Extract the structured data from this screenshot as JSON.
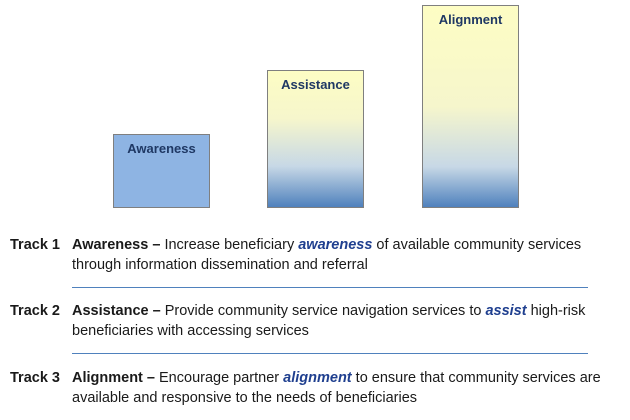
{
  "bars": [
    {
      "label": "Awareness",
      "level": 1
    },
    {
      "label": "Assistance",
      "level": 2
    },
    {
      "label": "Alignment",
      "level": 3
    }
  ],
  "tracks": [
    {
      "number": "Track 1",
      "name": "Awareness",
      "dash": " – ",
      "pre": "Increase beneficiary ",
      "keyword": "awareness",
      "post": " of available community services through information dissemination and referral"
    },
    {
      "number": "Track 2",
      "name": "Assistance",
      "dash": " – ",
      "pre": "Provide community service navigation services to ",
      "keyword": "assist",
      "post": " high-risk beneficiaries with accessing services"
    },
    {
      "number": "Track 3",
      "name": "Alignment",
      "dash": " – ",
      "pre": "Encourage partner ",
      "keyword": "alignment",
      "post": " to ensure that community services are available and responsive to the needs of beneficiaries"
    }
  ],
  "colors": {
    "bar_border": "#7f7f7f",
    "bar_label": "#1f3864",
    "keyword": "#1f3f8f",
    "rule": "#4f81bd"
  }
}
